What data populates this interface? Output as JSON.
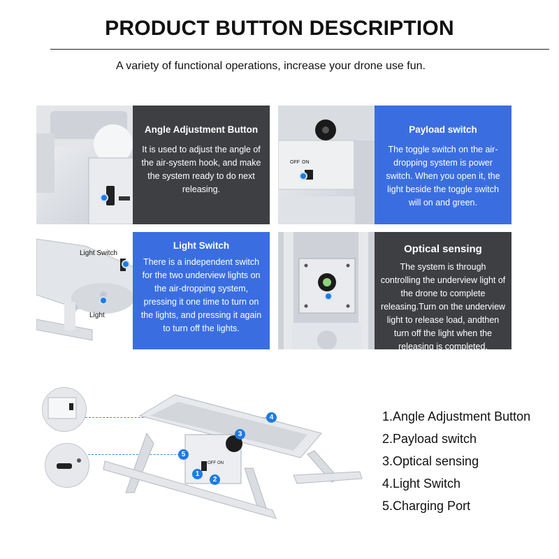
{
  "header": {
    "title": "PRODUCT BUTTON DESCRIPTION",
    "subtitle": "A variety of functional operations, increase your drone use fun."
  },
  "panels": [
    {
      "heading": "Angle Adjustment Button",
      "text": "It is used to adjust the angle of the air-system hook, and make the system ready to do next releasing."
    },
    {
      "heading": "Payload switch",
      "text": "The toggle switch on the air-dropping system is power switch. When you open it, the light beside the toggle switch will on and green.",
      "photo_labels": {
        "off": "OFF",
        "on": "ON"
      }
    },
    {
      "heading": "Light Switch",
      "text": "There is a independent switch for the two underview lights on the air-dropping system, pressing it one time to turn on the lights, and pressing it again to turn off  the lights.",
      "photo_labels": {
        "switch": "Light Switch",
        "light": "Light"
      }
    },
    {
      "heading": "Optical sensing",
      "text": "The system is through controlling the underview light of the drone to complete releasing.Turn on the underview light to release load, andthen turn off the light when the releasing is completed."
    }
  ],
  "diagram": {
    "markers": [
      "1",
      "2",
      "3",
      "4",
      "5"
    ],
    "switch_labels": {
      "off": "OFF",
      "on": "ON"
    },
    "legend": [
      "1.Angle Adjustment Button",
      "2.Payload switch",
      "3.Optical sensing",
      "4.Light Switch",
      "5.Charging Port"
    ]
  },
  "colors": {
    "accent_blue": "#3a6ee0",
    "dark_panel": "#3e3f43",
    "marker_blue": "#1e7be0"
  }
}
